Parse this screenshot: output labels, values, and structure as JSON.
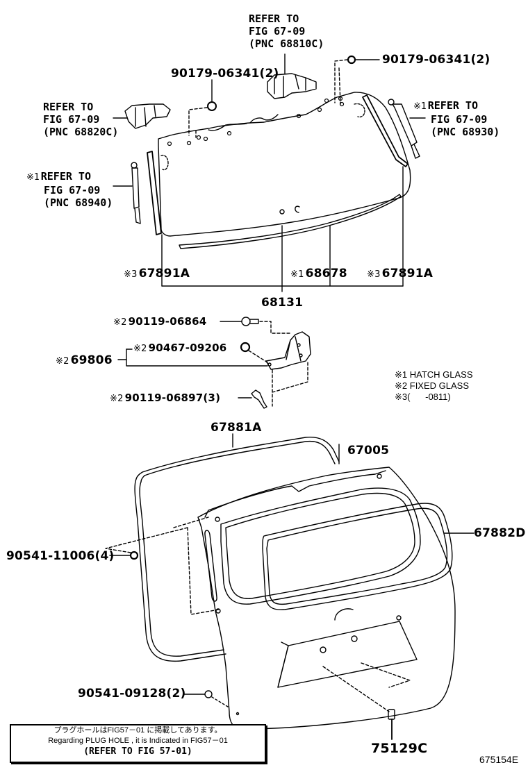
{
  "diagram": {
    "figure_number": "675154E",
    "colors": {
      "line": "#000000",
      "background": "#ffffff"
    }
  },
  "references": {
    "hinge_right": {
      "line1": "REFER TO",
      "line2": "FIG 67-09",
      "line3": "(PNC 68810C)"
    },
    "hinge_left": {
      "line1": "REFER TO",
      "line2": "FIG 67-09",
      "line3": "(PNC 68820C)"
    },
    "stay_right": {
      "mark": "※1",
      "line1": "REFER TO",
      "line2": "FIG 67-09",
      "line3": "(PNC 68930)"
    },
    "stay_left": {
      "mark": "※1",
      "line1": "REFER TO",
      "line2": "FIG 67-09",
      "line3": "(PNC 68940)"
    }
  },
  "parts": {
    "nut_left": "90179-06341(2)",
    "nut_right": "90179-06341(2)",
    "molding_left": {
      "mark": "※3",
      "pn": "67891A"
    },
    "weatherstrip_lower": {
      "mark": "※1",
      "pn": "68678"
    },
    "molding_right": {
      "mark": "※3",
      "pn": "67891A"
    },
    "back_door_glass": "68131",
    "bolt_upper": {
      "mark": "※2",
      "pn": "90119-06864"
    },
    "nut_bracket": {
      "mark": "※2",
      "pn": "90467-09206"
    },
    "bracket": {
      "mark": "※2",
      "pn": "69806"
    },
    "bolt_lower": {
      "mark": "※2",
      "pn": "90119-06897(3)"
    },
    "weatherstrip_outer": "67881A",
    "back_door_panel": "67005",
    "weatherstrip_inner": "67882D",
    "nut_door_left": "90541-11006(4)",
    "nut_door_lower": "90541-09128(2)",
    "plug": "75129C"
  },
  "legend": [
    {
      "mark": "※1",
      "text": "HATCH GLASS"
    },
    {
      "mark": "※2",
      "text": "FIXED GLASS"
    },
    {
      "mark": "※3",
      "text": "(      -0811)"
    }
  ],
  "note": {
    "line1": "プラグホールはFIG57－01 に掲載してあります。",
    "line2": "Regarding PLUG HOLE , it is Indicated in FIG57－01",
    "line3": "(REFER TO FIG 57-01)"
  }
}
